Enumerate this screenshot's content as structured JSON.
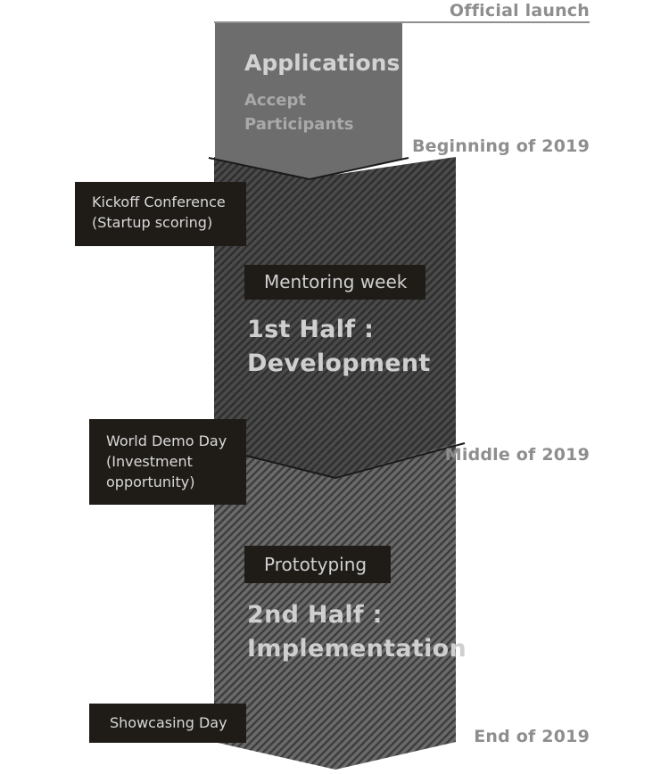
{
  "milestones": {
    "launch": "Official launch",
    "beginning": "Beginning of 2019",
    "middle": "Middle of 2019",
    "end": "End of 2019"
  },
  "applications": {
    "title": "Applications",
    "subtitle_line1": "Accept",
    "subtitle_line2": "Participants"
  },
  "events": {
    "kickoff_line1": "Kickoff Conference",
    "kickoff_line2": "(Startup scoring)",
    "demo_line1": "World Demo Day",
    "demo_line2": "(Investment",
    "demo_line3": "opportunity)",
    "showcase": "Showcasing Day"
  },
  "phases": {
    "first": {
      "tag": "Mentoring week",
      "title_line1": "1st Half :",
      "title_line2": "Development"
    },
    "second": {
      "tag": "Prototyping",
      "title_line1": "2nd Half :",
      "title_line2": "Implementation"
    }
  },
  "colors": {
    "milestone_text": "#8e8e8e",
    "applications_block": "#6d6d6d",
    "phase1_base": "#4a4a4a",
    "phase2_base": "#6a6a6a",
    "callout_bg": "#1f1c18"
  }
}
